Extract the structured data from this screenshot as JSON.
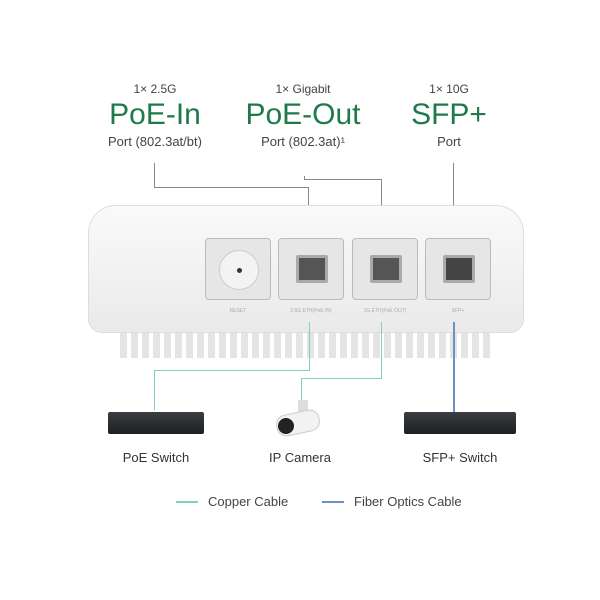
{
  "ports": [
    {
      "count": "1× 2.5G",
      "name": "PoE-In",
      "desc": "Port (802.3at/bt)"
    },
    {
      "count": "1× Gigabit",
      "name": "PoE-Out",
      "desc": "Port (802.3at)¹"
    },
    {
      "count": "1× 10G",
      "name": "SFP+",
      "desc": "Port"
    }
  ],
  "device_labels": [
    "RESET",
    "2.5G ETH(PoE IN)",
    "1G ETH(PoE OUT)",
    "SFP+"
  ],
  "devices": [
    "PoE Switch",
    "IP Camera",
    "SFP+ Switch"
  ],
  "legend": [
    {
      "label": "Copper Cable",
      "color": "#7fd1b9"
    },
    {
      "label": "Fiber Optics Cable",
      "color": "#6f8fc9"
    }
  ],
  "colors": {
    "accent": "#1f7a4a"
  }
}
